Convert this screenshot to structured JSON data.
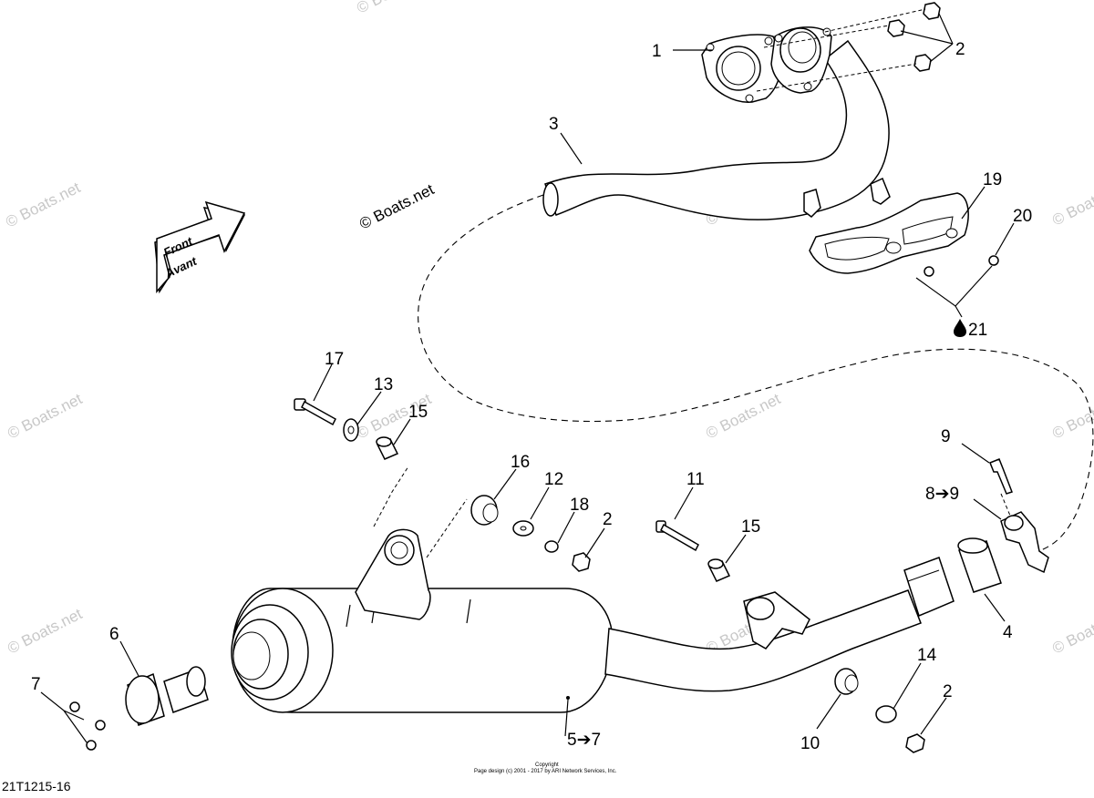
{
  "watermark": {
    "main": "© Boats.net",
    "repeat": "© Boats.net"
  },
  "front_arrow": {
    "line1": "Front",
    "line2": "Avant"
  },
  "callouts": {
    "c1": "1",
    "c2a": "2",
    "c3": "3",
    "c19": "19",
    "c20": "20",
    "c21": "21",
    "c17": "17",
    "c13": "13",
    "c15a": "15",
    "c16": "16",
    "c12": "12",
    "c18": "18",
    "c2b": "2",
    "c11": "11",
    "c15b": "15",
    "c9": "9",
    "c8to9": "8➔9",
    "c4": "4",
    "c6": "6",
    "c7": "7",
    "c5to7": "5➔7",
    "c10": "10",
    "c14": "14",
    "c2c": "2"
  },
  "figure_ref": "21T1215-16",
  "copyright": {
    "line1": "Copyright",
    "line2": "Page design (c) 2001 - 2017 by ARI Network Services, Inc."
  }
}
